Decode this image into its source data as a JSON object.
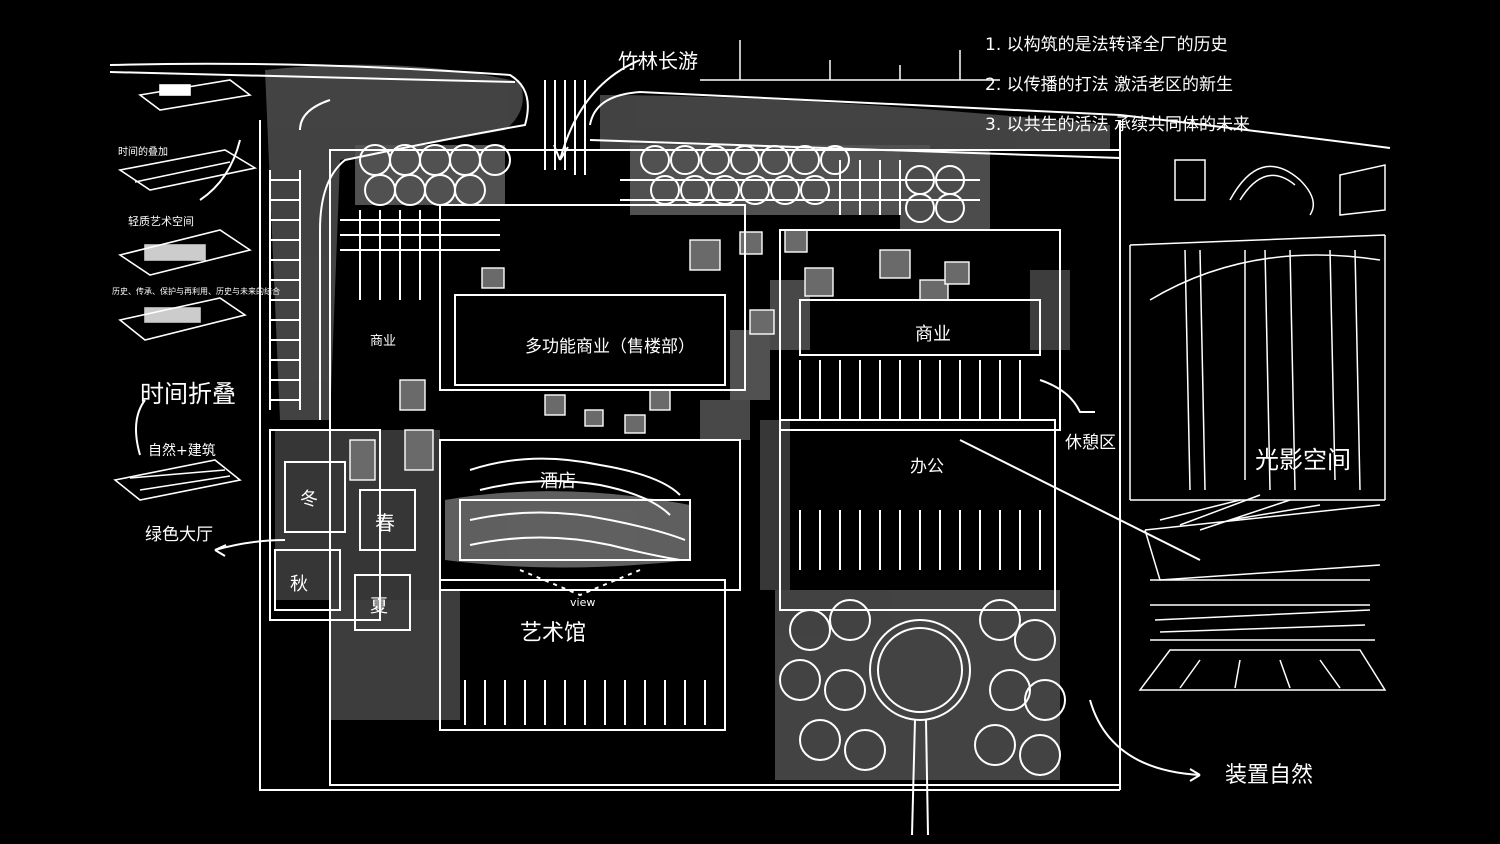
{
  "palette": {
    "background": "#000000",
    "ink": "#ffffff",
    "shade_dark": "#3a3a3a",
    "shade_mid": "#5a5a5a",
    "shade_light": "#7a7a7a"
  },
  "labels": {
    "bamboo_path": "竹林长游",
    "time_fold": "时间折叠",
    "art_mall": "多功能商业（售楼部）",
    "commerce": "商业",
    "hotel": "酒店",
    "office": "办公",
    "art_museum": "艺术馆",
    "view": "view",
    "spring": "春",
    "summer": "夏",
    "autumn": "秋",
    "winter": "冬",
    "green_hall": "绿色大厅",
    "ecology": "自然+建筑",
    "shade_area": "休憩区",
    "install_art": "装置自然",
    "light_space": "光影空间",
    "business_corridor": "商业",
    "left_top_note": "时间的叠加",
    "left_mid_note": "轻质艺术空间",
    "left_low_note": "历史、传承、保护与再利用、历史与未来的结合"
  },
  "notes": [
    "1. 以构筑的是法转译全厂的历史",
    "2. 以传播的打法 激活老区的新生",
    "3. 以共生的活法 承续共同体的未来"
  ]
}
